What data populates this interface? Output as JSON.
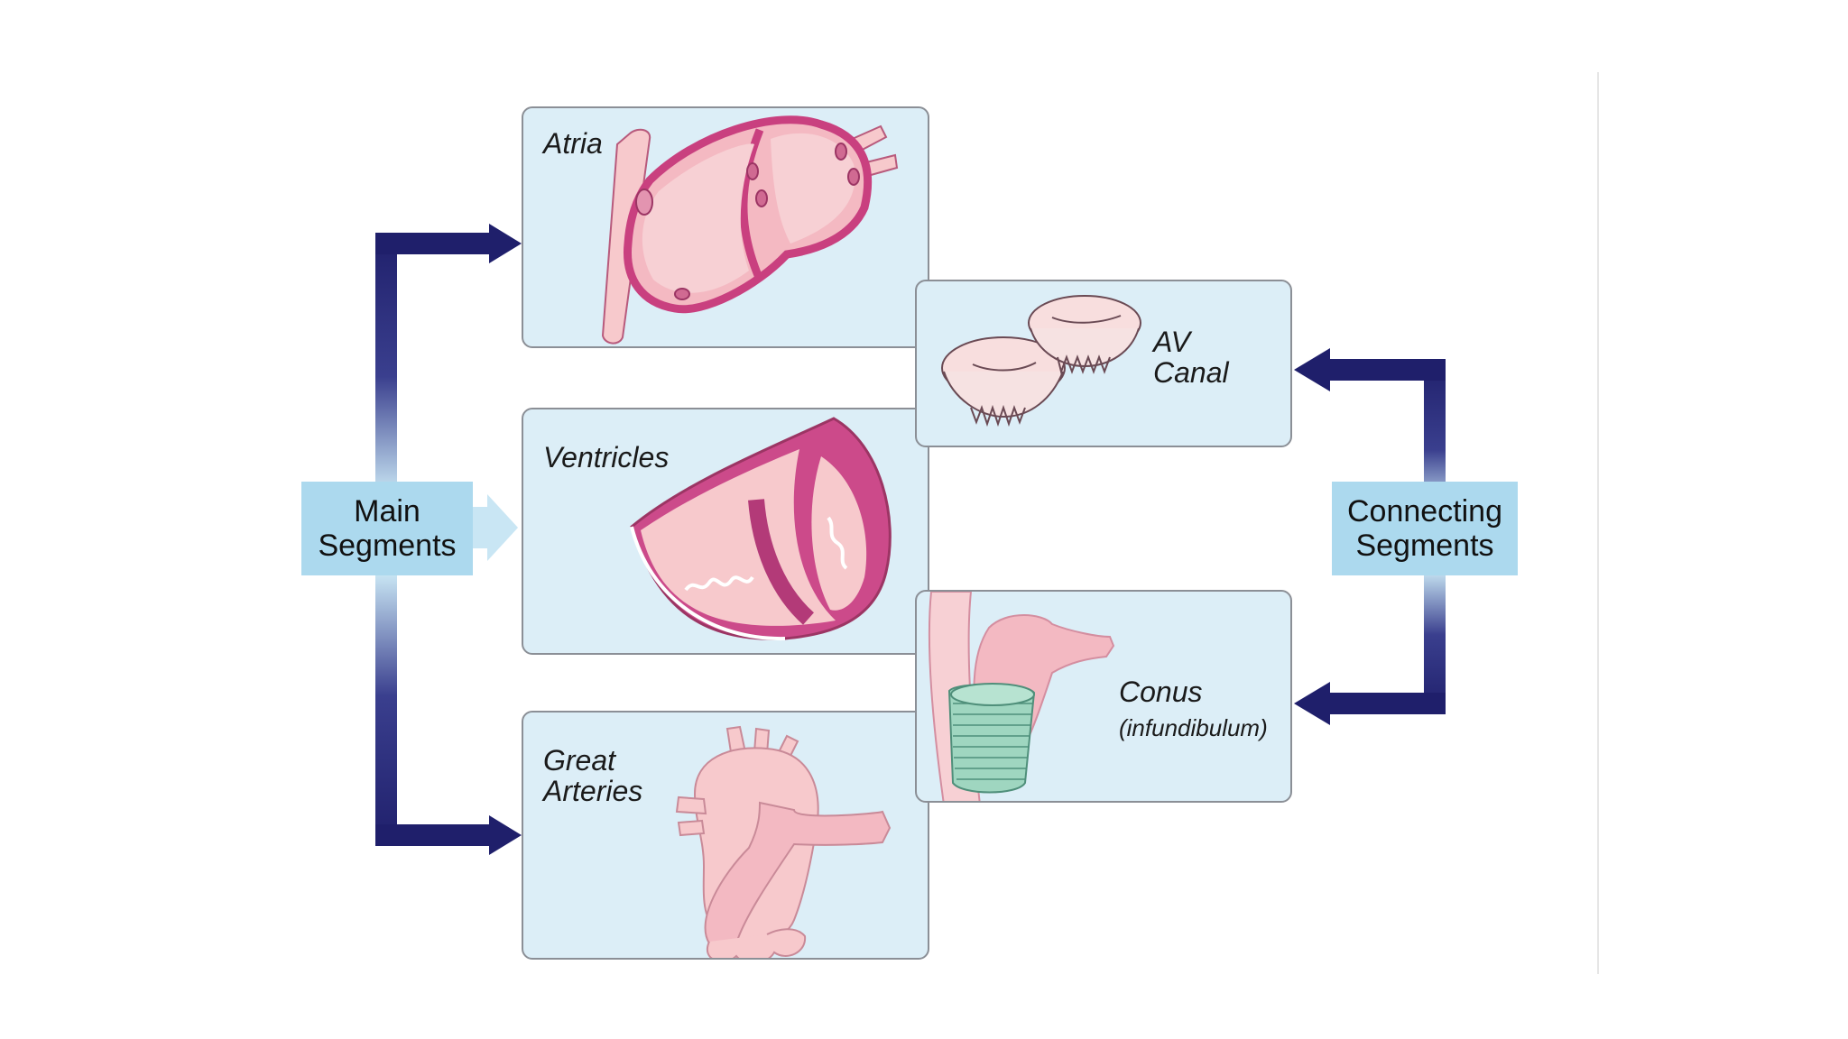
{
  "main_segments": {
    "line1": "Main",
    "line2": "Segments"
  },
  "connecting_segments": {
    "line1": "Connecting",
    "line2": "Segments"
  },
  "panels": {
    "atria": {
      "title": "Atria"
    },
    "ventricles": {
      "title": "Ventricles"
    },
    "great_arteries": {
      "title_line1": "Great",
      "title_line2": "Arteries"
    },
    "av_canal": {
      "title_line1": "AV",
      "title_line2": "Canal"
    },
    "conus": {
      "title": "Conus",
      "subtitle": "(infundibulum)"
    }
  },
  "colors": {
    "arrow_dark": "#1f1f6b",
    "arrow_light": "#c9e6f4",
    "panel_bg": "#dceef7",
    "label_bg": "#acd9ee",
    "tissue_pink": "#f7c9cc",
    "wall_magenta": "#cc4a8a",
    "conus_green": "#9fd6c0"
  },
  "icons": [
    "atria-illustration",
    "ventricles-illustration",
    "great-arteries-illustration",
    "av-canal-valves-illustration",
    "conus-illustration"
  ]
}
